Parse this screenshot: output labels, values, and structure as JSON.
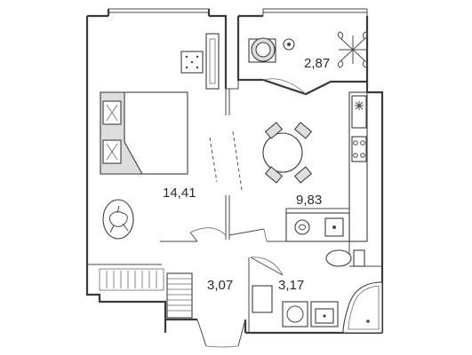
{
  "plan": {
    "rooms": [
      {
        "id": "bedroom",
        "area": "14,41"
      },
      {
        "id": "loggia",
        "area": "2,87"
      },
      {
        "id": "kitchen",
        "area": "9,83"
      },
      {
        "id": "hall",
        "area": "3,07"
      },
      {
        "id": "bathroom",
        "area": "3,17"
      }
    ]
  }
}
